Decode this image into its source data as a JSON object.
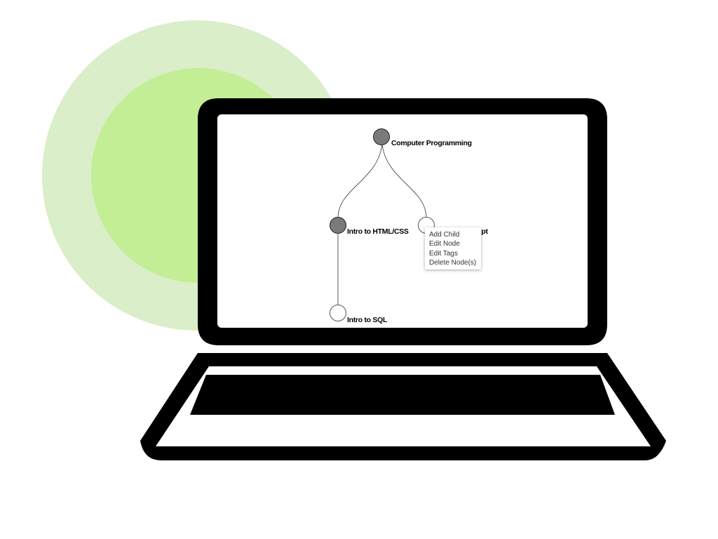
{
  "tree": {
    "nodes": [
      {
        "label": "Computer Programming",
        "state": "filled"
      },
      {
        "label": "Intro to HTML/CSS",
        "state": "filled"
      },
      {
        "label": "ript",
        "state": "empty"
      },
      {
        "label": "Intro to SQL",
        "state": "empty"
      }
    ]
  },
  "context_menu": {
    "items": [
      "Add Child",
      "Edit Node",
      "Edit Tags",
      "Delete Node(s)"
    ]
  },
  "colors": {
    "circle_outer": "#d9eec9",
    "circle_inner": "#c3ee95",
    "node_filled": "#7a7a7a",
    "laptop": "#000000"
  }
}
